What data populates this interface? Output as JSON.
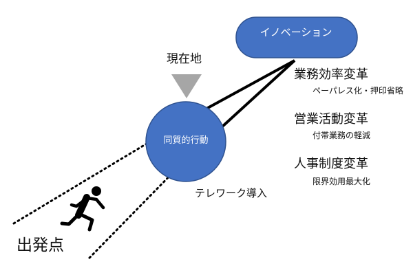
{
  "nodes": {
    "innovation": "イノベーション",
    "current_action": "同質的行動"
  },
  "labels": {
    "here": "現在地",
    "start": "出発点",
    "telework": "テレワーク導入"
  },
  "reforms": [
    {
      "title": "業務効率変革",
      "detail": "ペーパレス化・押印省略"
    },
    {
      "title": "営業活動変革",
      "detail": "付帯業務の軽減"
    },
    {
      "title": "人事制度変革",
      "detail": "限界効用最大化"
    }
  ],
  "colors": {
    "node_fill": "#4472c4",
    "node_stroke": "#2f528f",
    "line": "#000000",
    "marker": "#a6a6a6",
    "text": "#111111"
  },
  "icons": {
    "runner": "running-person-icon",
    "marker": "down-triangle-icon"
  }
}
